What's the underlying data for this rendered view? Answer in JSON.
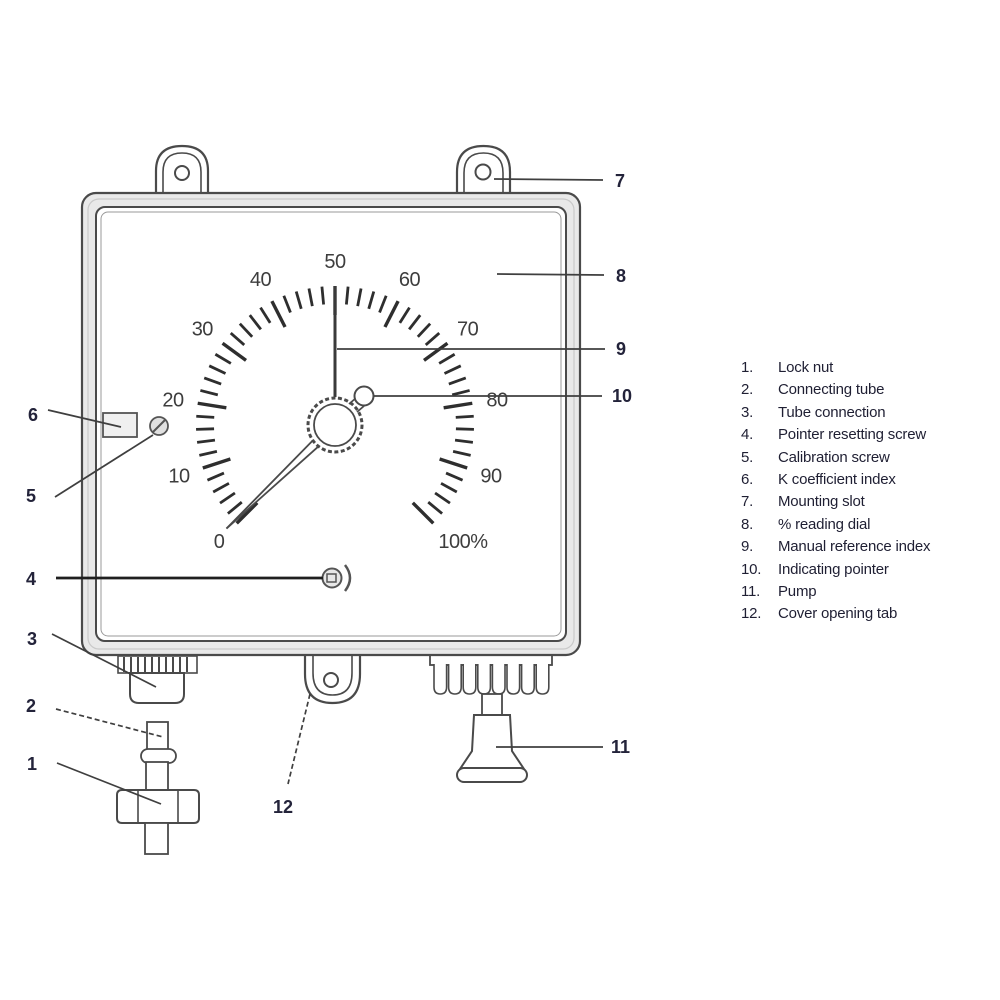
{
  "dial": {
    "labels": [
      "0",
      "10",
      "20",
      "30",
      "40",
      "50",
      "60",
      "70",
      "80",
      "90",
      "100%"
    ],
    "min": 0,
    "max": 100,
    "minor_step": 2,
    "major_step": 10,
    "start_angle_deg": 135,
    "sweep_deg": 270,
    "pointer_value": 0.5,
    "reference_value": 50
  },
  "callouts": {
    "c1": "1",
    "c2": "2",
    "c3": "3",
    "c4": "4",
    "c5": "5",
    "c6": "6",
    "c7": "7",
    "c8": "8",
    "c9": "9",
    "c10": "10",
    "c11": "11",
    "c12": "12"
  },
  "legend": {
    "items": [
      {
        "num": "1.",
        "label": "Lock nut"
      },
      {
        "num": "2.",
        "label": "Connecting tube"
      },
      {
        "num": "3.",
        "label": "Tube connection"
      },
      {
        "num": "4.",
        "label": "Pointer resetting screw"
      },
      {
        "num": "5.",
        "label": "Calibration screw"
      },
      {
        "num": "6.",
        "label": "K coefficient index"
      },
      {
        "num": "7.",
        "label": "Mounting slot"
      },
      {
        "num": "8.",
        "label": "% reading dial"
      },
      {
        "num": "9.",
        "label": "Manual reference index"
      },
      {
        "num": "10.",
        "label": "Indicating pointer"
      },
      {
        "num": "11.",
        "label": "Pump"
      },
      {
        "num": "12.",
        "label": "Cover opening tab"
      }
    ]
  },
  "colors": {
    "line": "#4a4a4a",
    "tick": "#2e2e2e",
    "text": "#23233a",
    "case_fill": "#e9e9e9"
  }
}
